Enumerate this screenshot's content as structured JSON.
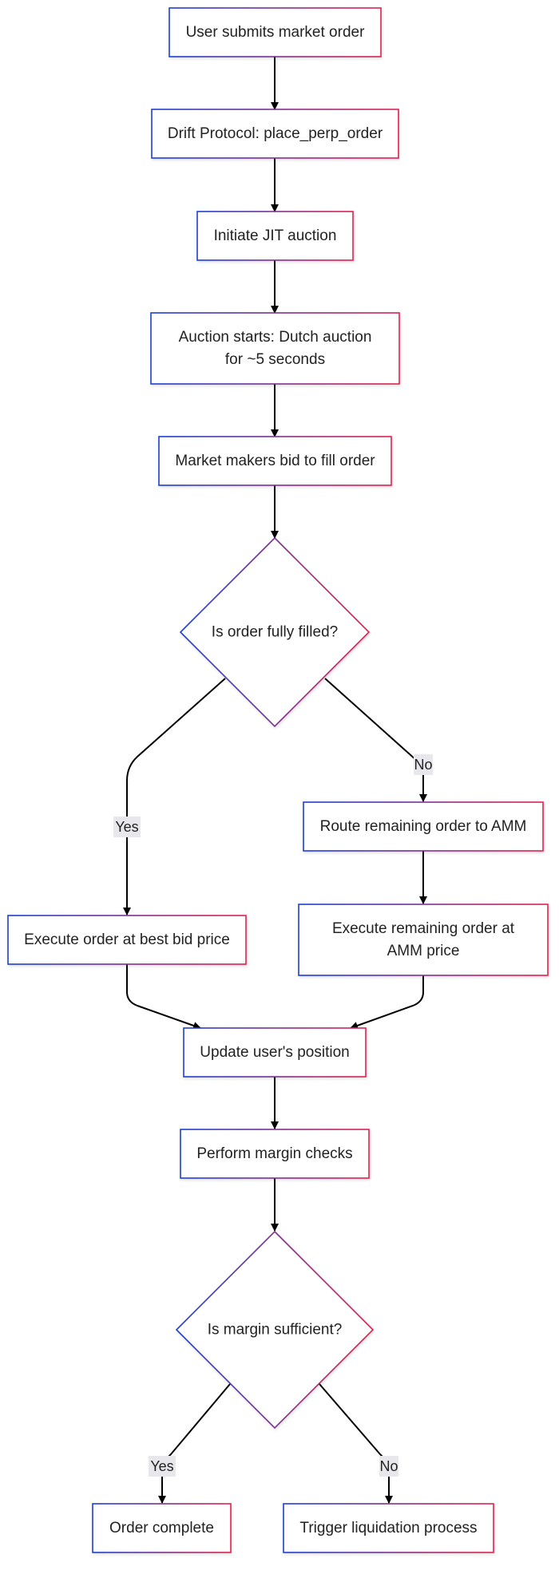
{
  "diagram": {
    "type": "flowchart",
    "colors": {
      "border_gradient_start": "#1a3fd4",
      "border_gradient_end": "#e0224f",
      "edge": "#000000",
      "edge_label_bg": "#e8e8ec",
      "text": "#222222",
      "node_fill": "#ffffff"
    },
    "nodes": [
      {
        "id": "n1",
        "shape": "rect",
        "lines": [
          "User submits market order"
        ]
      },
      {
        "id": "n2",
        "shape": "rect",
        "lines": [
          "Drift Protocol: place_perp_order"
        ]
      },
      {
        "id": "n3",
        "shape": "rect",
        "lines": [
          "Initiate JIT auction"
        ]
      },
      {
        "id": "n4",
        "shape": "rect",
        "lines": [
          "Auction starts: Dutch auction",
          "for ~5 seconds"
        ]
      },
      {
        "id": "n5",
        "shape": "rect",
        "lines": [
          "Market makers bid to fill order"
        ]
      },
      {
        "id": "d1",
        "shape": "diamond",
        "lines": [
          "Is order fully filled?"
        ]
      },
      {
        "id": "n6",
        "shape": "rect",
        "lines": [
          "Execute order at best bid price"
        ]
      },
      {
        "id": "n7",
        "shape": "rect",
        "lines": [
          "Route remaining order to AMM"
        ]
      },
      {
        "id": "n8",
        "shape": "rect",
        "lines": [
          "Execute remaining order at",
          "AMM price"
        ]
      },
      {
        "id": "n9",
        "shape": "rect",
        "lines": [
          "Update user's position"
        ]
      },
      {
        "id": "n10",
        "shape": "rect",
        "lines": [
          "Perform margin checks"
        ]
      },
      {
        "id": "d2",
        "shape": "diamond",
        "lines": [
          "Is margin sufficient?"
        ]
      },
      {
        "id": "n11",
        "shape": "rect",
        "lines": [
          "Order complete"
        ]
      },
      {
        "id": "n12",
        "shape": "rect",
        "lines": [
          "Trigger liquidation process"
        ]
      }
    ],
    "edges": [
      {
        "from": "n1",
        "to": "n2",
        "label": ""
      },
      {
        "from": "n2",
        "to": "n3",
        "label": ""
      },
      {
        "from": "n3",
        "to": "n4",
        "label": ""
      },
      {
        "from": "n4",
        "to": "n5",
        "label": ""
      },
      {
        "from": "n5",
        "to": "d1",
        "label": ""
      },
      {
        "from": "d1",
        "to": "n6",
        "label": "Yes"
      },
      {
        "from": "d1",
        "to": "n7",
        "label": "No"
      },
      {
        "from": "n7",
        "to": "n8",
        "label": ""
      },
      {
        "from": "n6",
        "to": "n9",
        "label": ""
      },
      {
        "from": "n8",
        "to": "n9",
        "label": ""
      },
      {
        "from": "n9",
        "to": "n10",
        "label": ""
      },
      {
        "from": "n10",
        "to": "d2",
        "label": ""
      },
      {
        "from": "d2",
        "to": "n11",
        "label": "Yes"
      },
      {
        "from": "d2",
        "to": "n12",
        "label": "No"
      }
    ]
  }
}
